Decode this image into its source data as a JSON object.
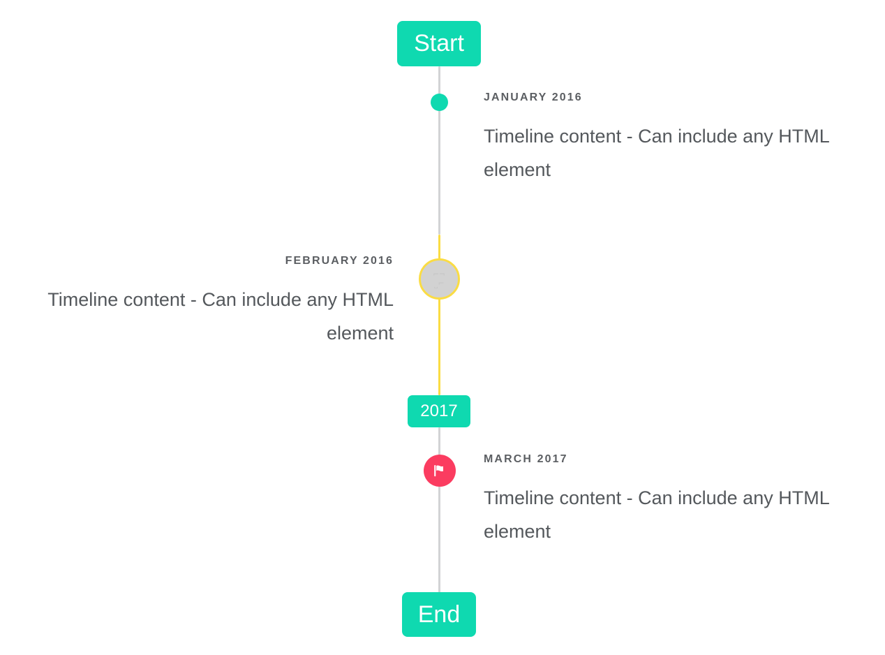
{
  "timeline": {
    "start_label": "Start",
    "end_label": "End",
    "mid_label": "2017",
    "colors": {
      "accent_teal": "#0fd9b0",
      "line_gray": "#d2d3d5",
      "line_yellow": "#fadc44",
      "marker_pink": "#fb3c60",
      "marker_gray": "#d2d2d2",
      "text_dark": "#54585c",
      "date_text": "#5b5e62"
    },
    "entries": [
      {
        "date": "JANUARY 2016",
        "body": "Timeline content - Can include any HTML element",
        "side": "right",
        "marker": "dot"
      },
      {
        "date": "FEBRUARY 2016",
        "body": "Timeline content - Can include any HTML element",
        "side": "left",
        "marker": "image-placeholder",
        "marker_glyph": "⌐¬\n˽⌐"
      },
      {
        "date": "MARCH 2017",
        "body": "Timeline content - Can include any HTML element",
        "side": "right",
        "marker": "flag"
      }
    ]
  }
}
